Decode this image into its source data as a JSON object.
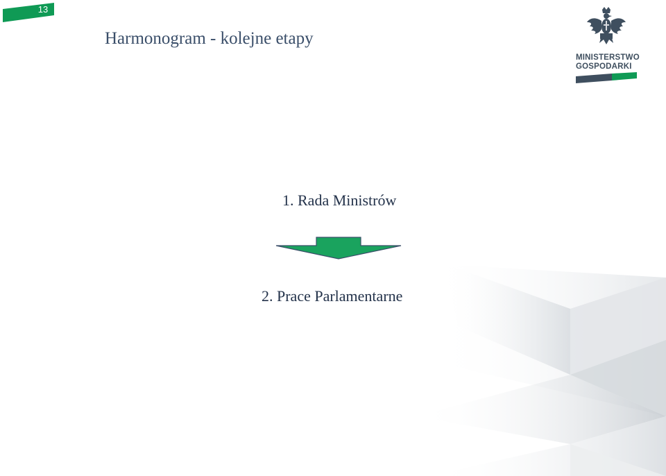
{
  "page_number": "13",
  "title": "Harmonogram - kolejne etapy",
  "logo": {
    "line1": "MINISTERSTWO",
    "line2": "GOSPODARKI",
    "emblem": "polish-eagle-emblem"
  },
  "steps": [
    {
      "label": "1. Rada Ministrów"
    },
    {
      "label": "2. Prace Parlamentarne"
    }
  ],
  "colors": {
    "brand_green": "#0f9a55",
    "arrow_green": "#1aa35e",
    "title_blue": "#3a4e69",
    "logo_gray": "#3f4f5f"
  },
  "icons": {
    "arrow": "down-arrow-icon"
  }
}
